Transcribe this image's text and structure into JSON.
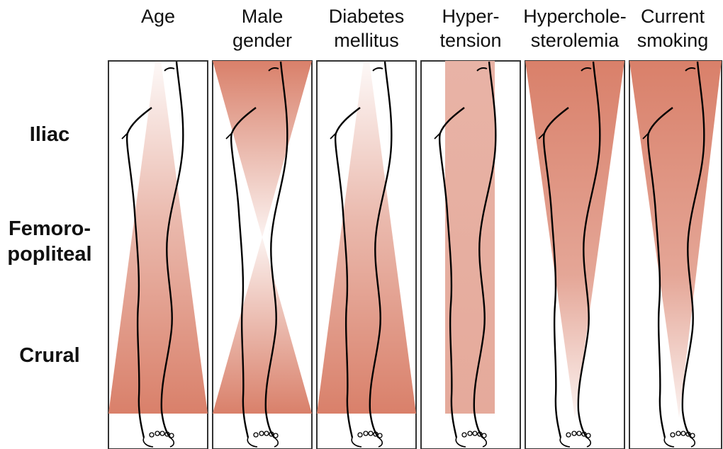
{
  "columns": [
    {
      "line1": "Age",
      "line2": "",
      "pattern": "widening-downward"
    },
    {
      "line1": "Male",
      "line2": "gender",
      "pattern": "hourglass"
    },
    {
      "line1": "Diabetes",
      "line2": "mellitus",
      "pattern": "widening-downward"
    },
    {
      "line1": "Hyper-",
      "line2": "tension",
      "pattern": "uniform"
    },
    {
      "line1": "Hyperchole-",
      "line2": "sterolemia",
      "pattern": "narrowing-downward"
    },
    {
      "line1": "Current",
      "line2": "smoking",
      "pattern": "narrowing-downward"
    }
  ],
  "rows": [
    {
      "line1": "Iliac",
      "line2": ""
    },
    {
      "line1": "Femoro-",
      "line2": "popliteal"
    },
    {
      "line1": "Crural",
      "line2": ""
    }
  ],
  "colors": {
    "risk_fill": "#d9806a",
    "uniform_fill": "#e5aa9b",
    "outline": "#000000",
    "frame": "#333333"
  }
}
